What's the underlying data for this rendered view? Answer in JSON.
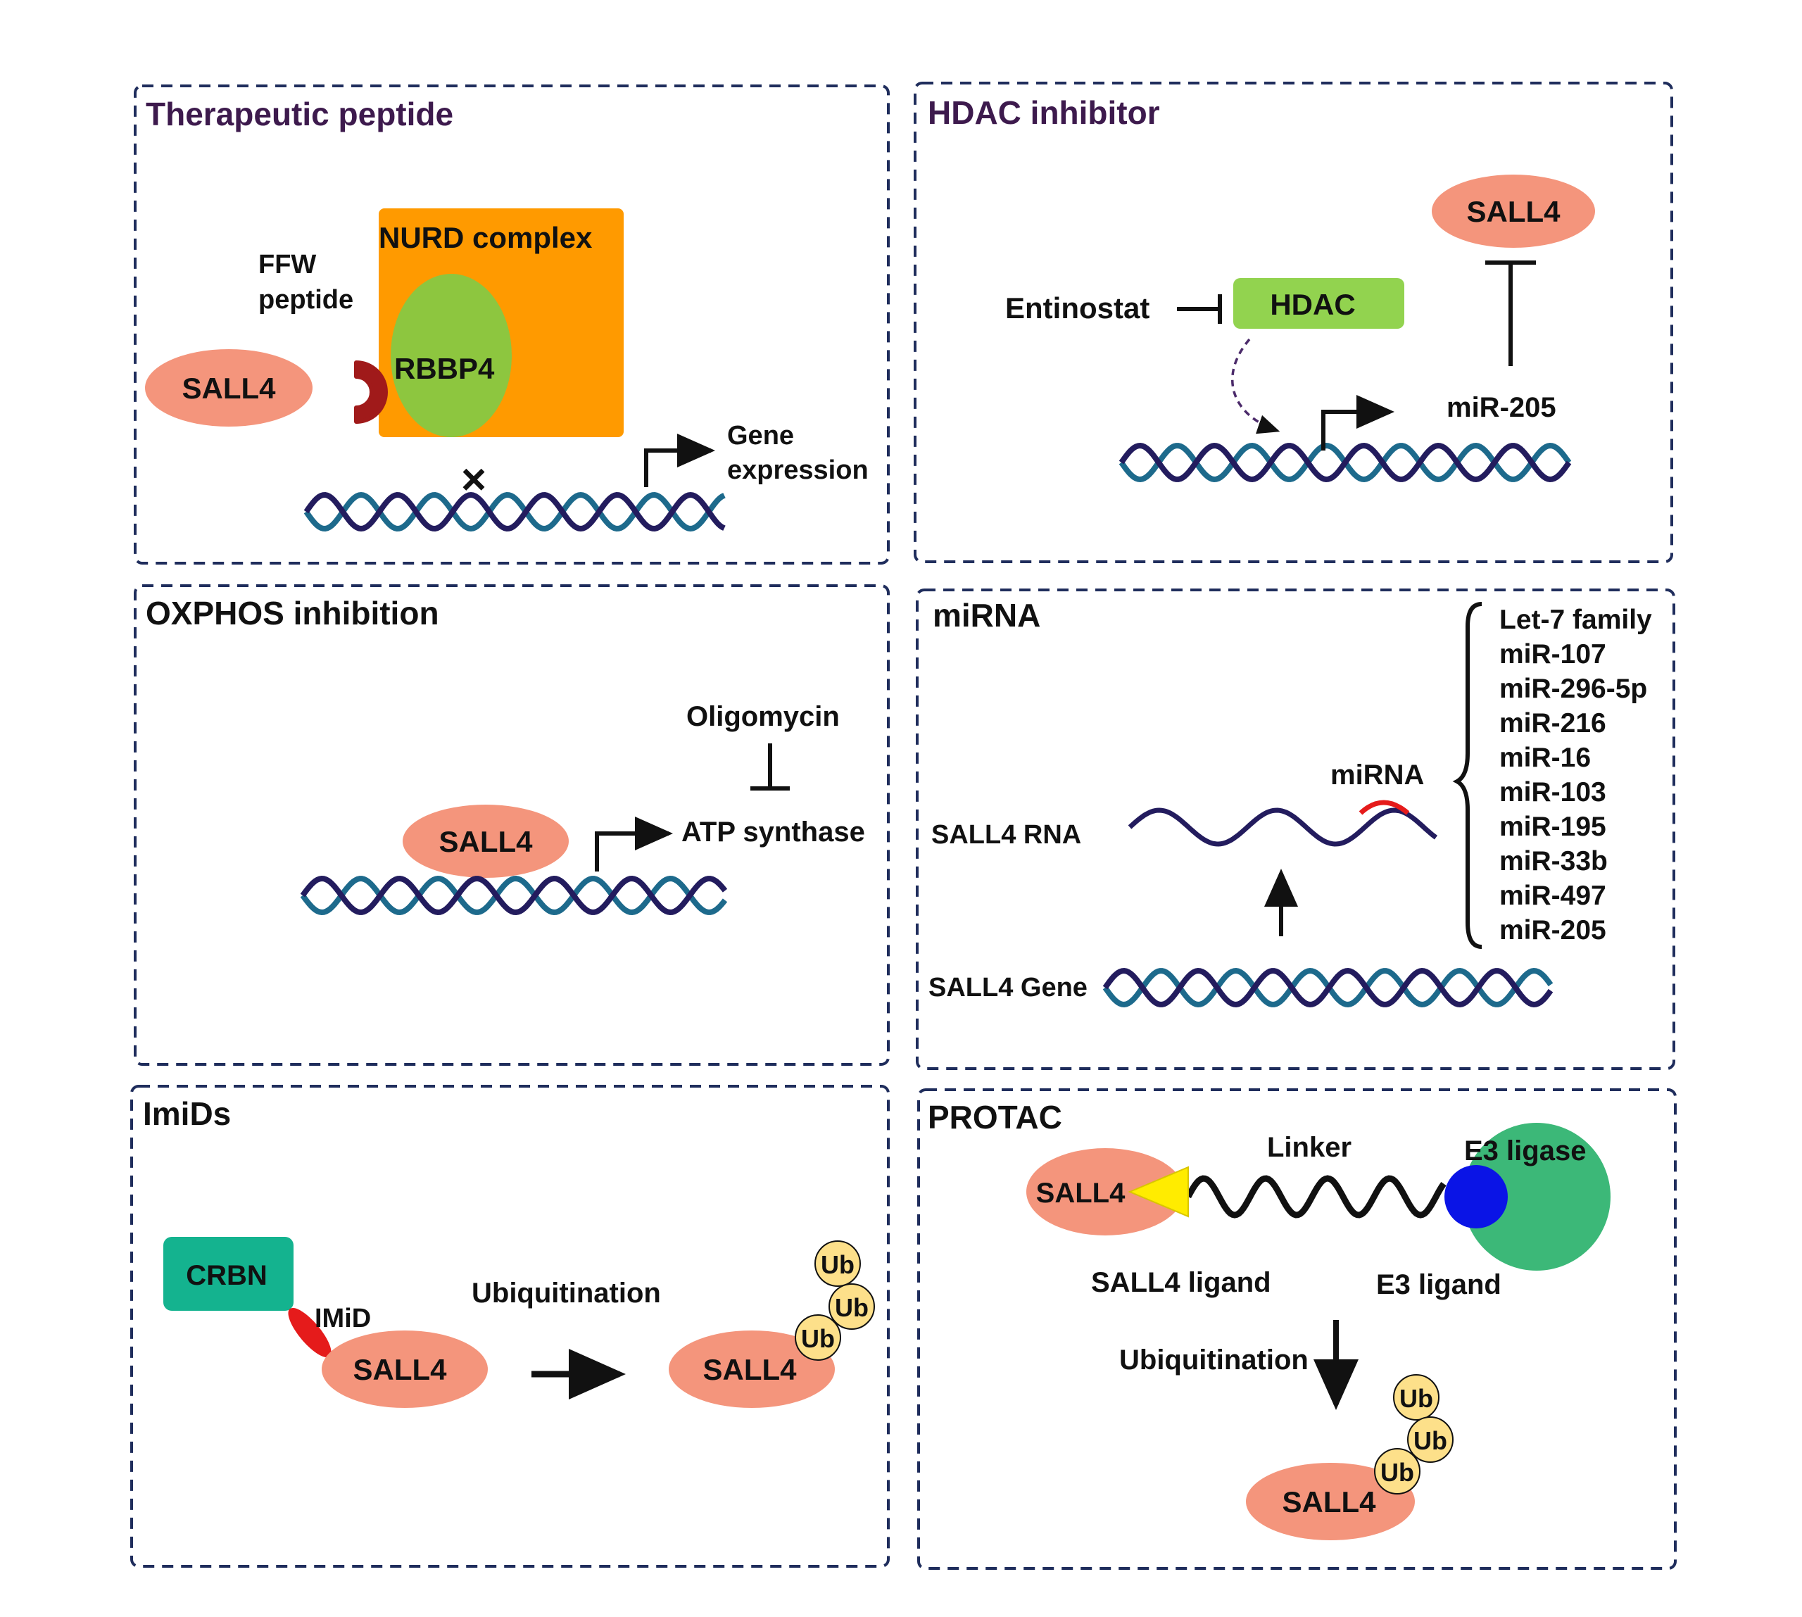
{
  "panels": {
    "therapeutic_peptide": {
      "title": "Therapeutic peptide",
      "nurd": "NURD complex",
      "rbbp4": "RBBP4",
      "ffw_line1": "FFW",
      "ffw_line2": "peptide",
      "sall4": "SALL4",
      "block_mark": "×",
      "gene_line1": "Gene",
      "gene_line2": "expression"
    },
    "hdac_inhibitor": {
      "title": "HDAC inhibitor",
      "sall4": "SALL4",
      "entinostat": "Entinostat",
      "hdac": "HDAC",
      "mir205": "miR-205"
    },
    "oxphos": {
      "title": "OXPHOS inhibition",
      "oligomycin": "Oligomycin",
      "sall4": "SALL4",
      "atp": "ATP synthase"
    },
    "mirna": {
      "title": "miRNA",
      "sall4_rna": "SALL4 RNA",
      "sall4_gene": "SALL4 Gene",
      "mirna_label": "miRNA",
      "list": [
        "Let-7 family",
        "miR-107",
        "miR-296-5p",
        "miR-216",
        "miR-16",
        "miR-103",
        "miR-195",
        "miR-33b",
        "miR-497",
        "miR-205"
      ]
    },
    "imids": {
      "title": "ImiDs",
      "crbn": "CRBN",
      "imid": "IMiD",
      "sall4_left": "SALL4",
      "ubiquitination": "Ubiquitination",
      "sall4_right": "SALL4",
      "ub": "Ub"
    },
    "protac": {
      "title": "PROTAC",
      "linker": "Linker",
      "e3_ligase": "E3 ligase",
      "sall4": "SALL4",
      "sall4_ligand": "SALL4 ligand",
      "e3_ligand": "E3 ligand",
      "ubiquitination": "Ubiquitination",
      "sall4_bottom": "SALL4",
      "ub": "Ub"
    }
  },
  "colors": {
    "panel_border": "#1f2d5c",
    "title_purple": "#3d1a4d",
    "sall4_salmon": "#f4957c",
    "nurd_orange": "#ff9a00",
    "rbbp4_green": "#8dc63f",
    "hdac_green": "#92d34f",
    "crbn_teal": "#14b38f",
    "e3_green": "#3cb878",
    "e3_blue": "#0a14e6",
    "ligand_yellow": "#ffec00",
    "ub_yellow": "#fde08a",
    "dna_strand_a": "#1d6a8c",
    "dna_strand_b": "#231c5e",
    "peptide_red": "#a01a1a",
    "imid_red": "#e51b1b",
    "mirna_red": "#e51b1b"
  }
}
